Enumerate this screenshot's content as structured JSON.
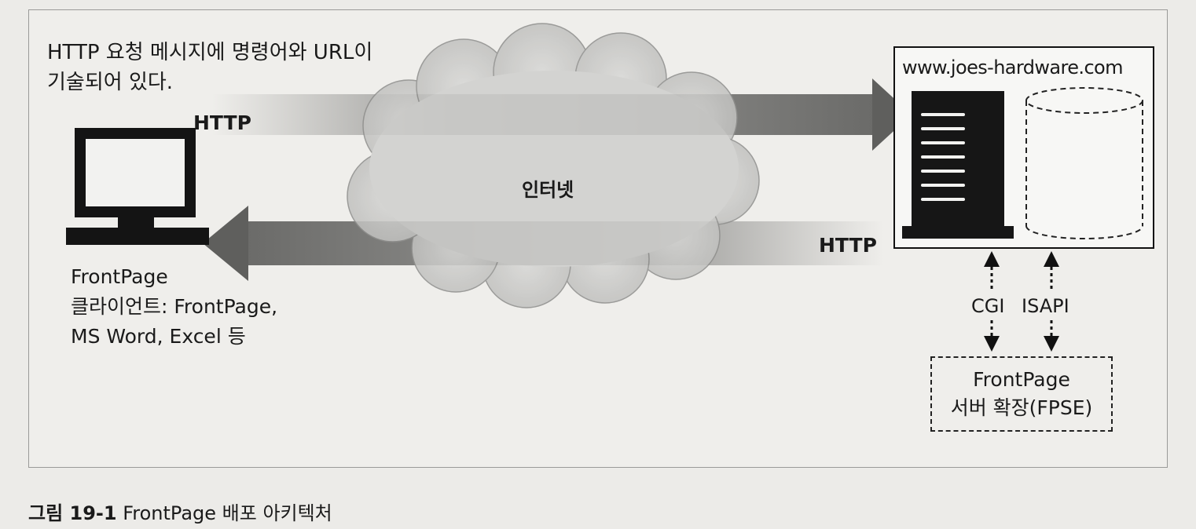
{
  "request_note": {
    "line1": "HTTP 요청 메시지에 명령어와 URL이",
    "line2": "기술되어 있다."
  },
  "http_label_top": "HTTP",
  "http_label_bottom": "HTTP",
  "cloud_label": "인터넷",
  "client": {
    "line1": "FrontPage",
    "line2": "클라이언트: FrontPage,",
    "line3": "MS Word, Excel 등"
  },
  "server": {
    "host": "www.joes-hardware.com"
  },
  "interfaces": {
    "cgi": "CGI",
    "isapi": "ISAPI"
  },
  "extension_box": {
    "line1": "FrontPage",
    "line2": "서버 확장(FPSE)"
  },
  "caption": {
    "number": "그림 19-1",
    "text": "FrontPage 배포 아키텍처"
  }
}
